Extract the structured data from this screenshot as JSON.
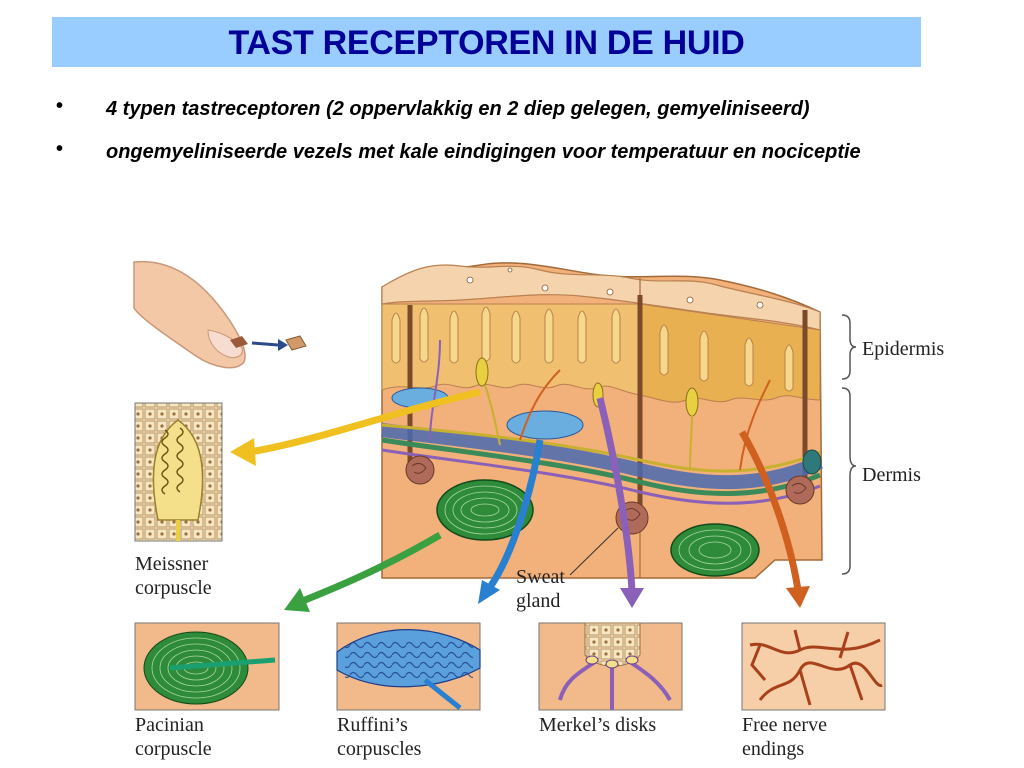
{
  "slide": {
    "title": "TAST RECEPTOREN IN DE HUID",
    "bullets": [
      {
        "text": "4 typen tastreceptoren  (2 oppervlakkig en 2 diep gelegen, gemyeliniseerd)"
      },
      {
        "text": "ongemyeliniseerde vezels met kale eindigingen voor temperatuur en nociceptie"
      }
    ],
    "bullet_symbol": "•"
  },
  "figure": {
    "layers": {
      "epidermis": "Epidermis",
      "dermis": "Dermis"
    },
    "sweat_gland": [
      "Sweat",
      "gland"
    ],
    "meissner": [
      "Meissner",
      "corpuscle"
    ],
    "pacinian": [
      "Pacinian",
      "corpuscle"
    ],
    "ruffini": [
      "Ruffini’s",
      "corpuscles"
    ],
    "merkel": [
      "Merkel’s disks"
    ],
    "free_nerve": [
      "Free nerve",
      "endings"
    ]
  },
  "colors": {
    "title_bg": "#99ccff",
    "title_text": "#000099",
    "skin_surface": "#f3cfa8",
    "epidermis": "#f0c070",
    "dermis": "#f2b07a",
    "pacinian": "#2e8b3a",
    "ruffini": "#5aa0dc",
    "merkel": "#8a60b8",
    "free_nerve": "#d06020",
    "meissner": "#f0d030"
  }
}
